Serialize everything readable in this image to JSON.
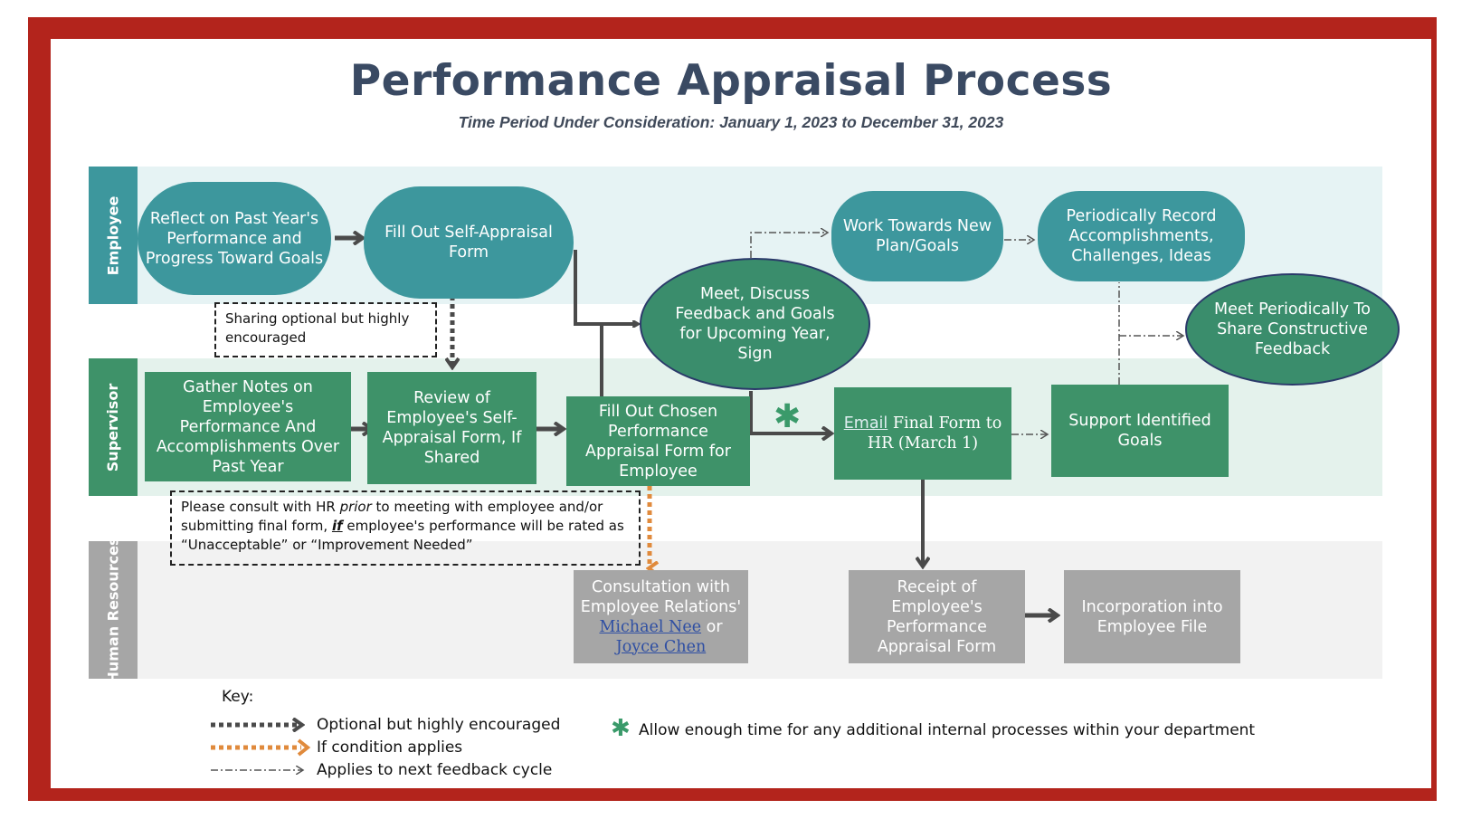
{
  "title": "Performance Appraisal Process",
  "subtitle": "Time Period Under Consideration: January 1, 2023 to December 31, 2023",
  "colors": {
    "border": "#b3241c",
    "employee_band": "#e6f3f4",
    "supervisor_band": "#e4f2ec",
    "hr_band": "#f2f2f2",
    "teal": "#3d979d",
    "green": "#3e9269",
    "grey": "#a6a6a6",
    "asterisk": "#3a9a6a",
    "orange": "#e08a3c"
  },
  "lanes": {
    "employee": "Employee",
    "supervisor": "Supervisor",
    "hr": "Human Resources"
  },
  "nodes": {
    "reflect": "Reflect on Past Year's Performance and Progress Toward Goals",
    "self_appraisal": "Fill Out Self-Appraisal Form",
    "work_towards": "Work Towards New Plan/Goals",
    "record": "Periodically Record Accomplishments, Challenges, Ideas",
    "meet_discuss": "Meet, Discuss Feedback and Goals for Upcoming Year, Sign",
    "meet_periodically": "Meet Periodically To Share Constructive Feedback",
    "gather_notes": "Gather Notes on Employee's Performance And Accomplishments Over Past Year",
    "review": "Review of Employee's Self-Appraisal Form, If Shared",
    "fill_chosen": "Fill Out Chosen Performance Appraisal Form for Employee",
    "email_word": "Email",
    "email_rest": " Final Form to HR (March 1)",
    "support": "Support Identified Goals",
    "consult_line1": "Consultation with Employee Relations'",
    "consult_name1": "Michael Nee",
    "consult_or": " or",
    "consult_name2": "Joyce Chen",
    "receipt": "Receipt of Employee's Performance Appraisal Form",
    "incorporation": "Incorporation into Employee File"
  },
  "notes": {
    "sharing": "Sharing optional but highly encouraged",
    "consult_a": "Please consult with HR ",
    "consult_prior": "prior",
    "consult_b": " to meeting with employee and/or submitting final form, ",
    "consult_if": "if",
    "consult_c": " employee's performance will be rated as “Unacceptable” or “Improvement Needed”"
  },
  "key": {
    "label": "Key:",
    "optional": "Optional but highly encouraged",
    "condition": "If condition applies",
    "next_cycle": "Applies to next feedback cycle",
    "asterisk_note": "Allow enough time for any additional internal processes within your department"
  }
}
